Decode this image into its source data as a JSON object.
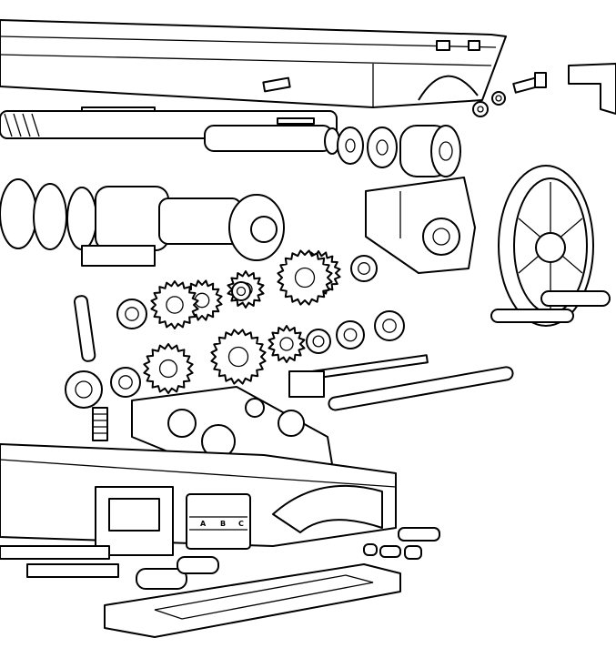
{
  "figure": {
    "type": "exploded-view technical drawing",
    "plate_labels": [
      "A",
      "B",
      "C"
    ]
  }
}
